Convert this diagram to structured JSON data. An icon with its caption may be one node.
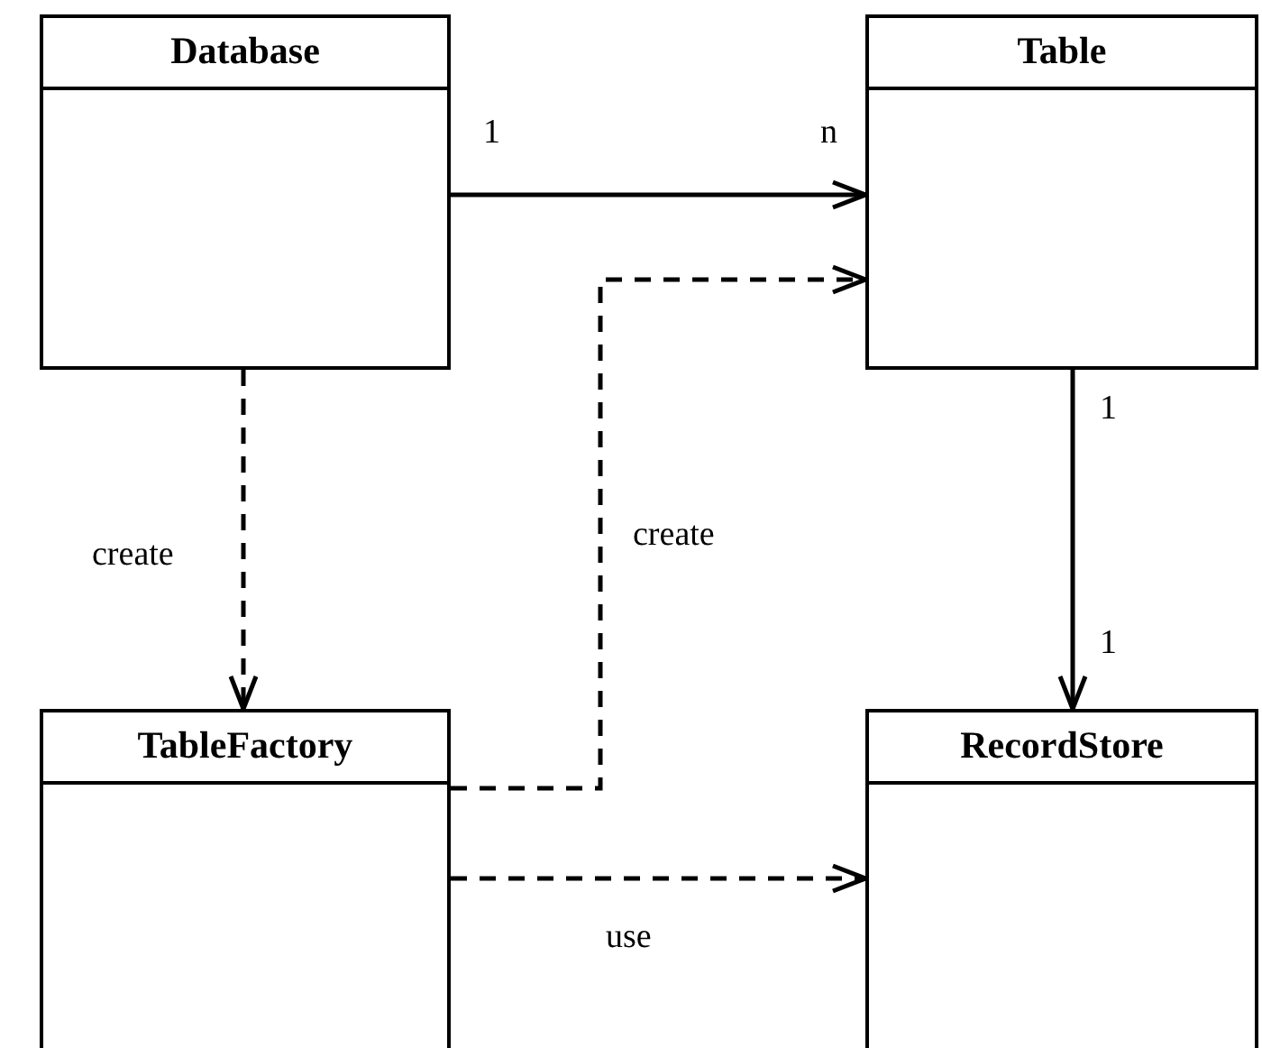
{
  "diagram": {
    "nodes": [
      {
        "text": [
          "Database"
        ]
      },
      {
        "text": [
          "Table"
        ]
      },
      {
        "text": [
          "TableFactory"
        ]
      },
      {
        "text": [
          "RecordStore"
        ]
      }
    ],
    "edges": [
      {
        "from": 0,
        "to": 1,
        "arrow": "to"
      },
      {
        "from": 0,
        "to": 2,
        "arrow": "to",
        "style": "dashed",
        "label": "create"
      },
      {
        "from": 2,
        "to": 1,
        "arrow": "to",
        "style": "dashed",
        "label": "create"
      },
      {
        "from": 1,
        "to": 3,
        "arrow": "to"
      },
      {
        "from": 2,
        "to": 3,
        "arrow": "to",
        "style": "dashed",
        "label": "use"
      }
    ],
    "labels": [
      "1",
      "n",
      "1",
      "1"
    ]
  }
}
